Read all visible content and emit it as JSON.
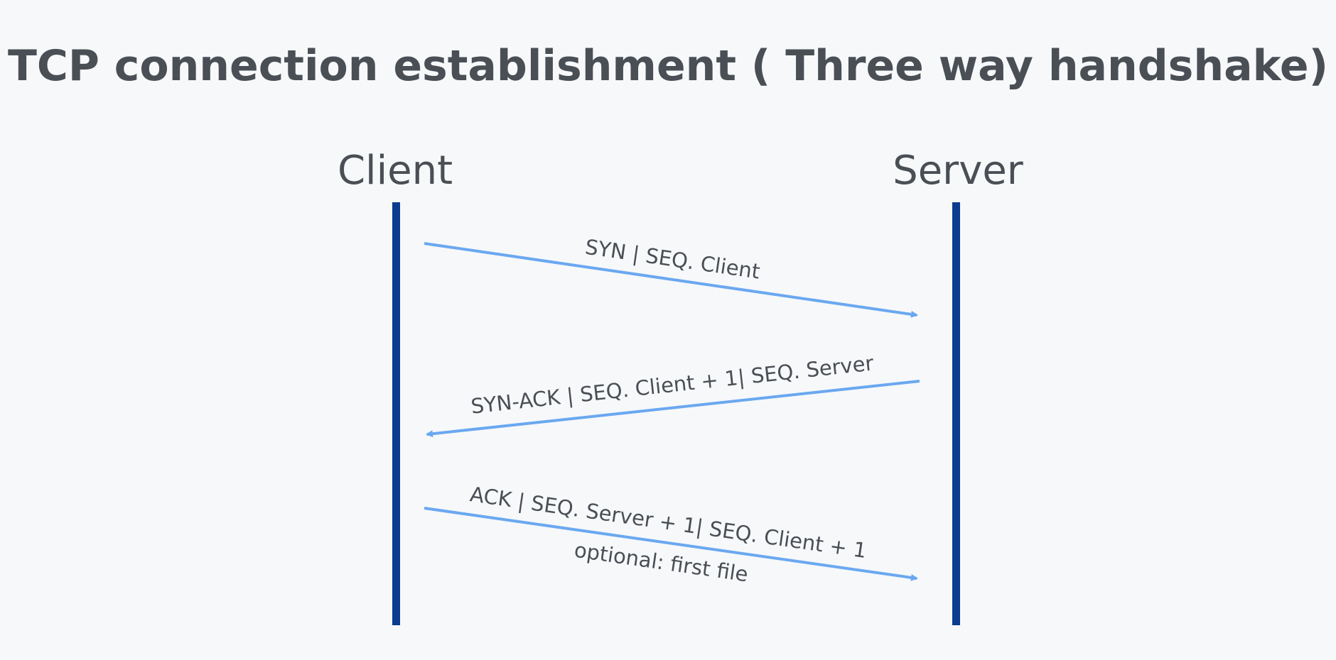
{
  "title": "TCP connection establishment ( Three way handshake)",
  "actors": {
    "client": "Client",
    "server": "Server"
  },
  "messages": [
    {
      "from": "client",
      "to": "server",
      "label": "SYN | SEQ. Client",
      "sublabel": ""
    },
    {
      "from": "server",
      "to": "client",
      "label": "SYN-ACK | SEQ. Client + 1| SEQ. Server",
      "sublabel": ""
    },
    {
      "from": "client",
      "to": "server",
      "label": "ACK | SEQ. Server + 1| SEQ. Client + 1",
      "sublabel": "optional: first file"
    }
  ],
  "colors": {
    "lifeline": "#0a3d8f",
    "arrow": "#6aa8f0",
    "text": "#4a4f55",
    "background": "#f7f8fa"
  }
}
